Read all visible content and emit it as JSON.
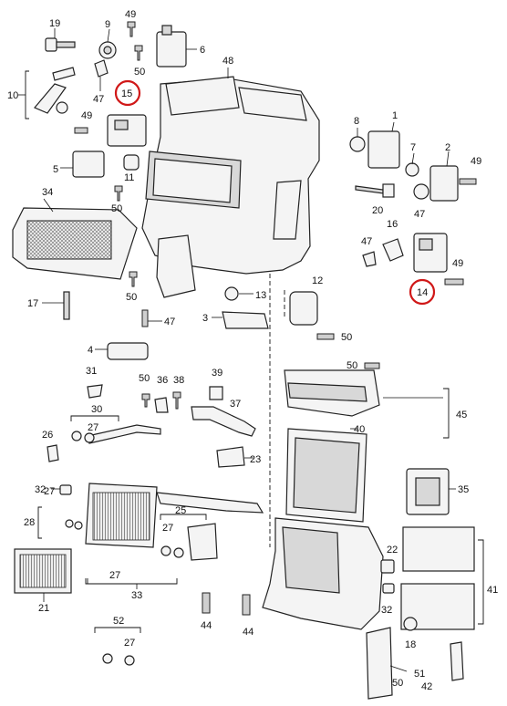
{
  "labels": {
    "p19": "19",
    "p9": "9",
    "p49a": "49",
    "p6": "6",
    "p48": "48",
    "p50a": "50",
    "p10": "10",
    "p47a": "47",
    "p15": "15",
    "p49b": "49",
    "p8": "8",
    "p1": "1",
    "p7": "7",
    "p2": "2",
    "p49c": "49",
    "p5": "5",
    "p11": "11",
    "p34": "34",
    "p50b": "50",
    "p20": "20",
    "p47b": "47",
    "p16": "16",
    "p47c": "47",
    "p49d": "49",
    "p14": "14",
    "p12": "12",
    "p13": "13",
    "p17": "17",
    "p50c": "50",
    "p47d": "47",
    "p3": "3",
    "p50d": "50",
    "p4": "4",
    "p50e": "50",
    "p31": "31",
    "p50f": "50",
    "p36": "36",
    "p38": "38",
    "p39": "39",
    "p37": "37",
    "p45": "45",
    "p30": "30",
    "p40": "40",
    "p26": "26",
    "p27a": "27",
    "p23": "23",
    "p32a": "32",
    "p35": "35",
    "p27b": "27",
    "p28": "28",
    "p25": "25",
    "p22": "22",
    "p27c": "27",
    "p41": "41",
    "p21": "21",
    "p27d": "27",
    "p33": "33",
    "p32b": "32",
    "p44a": "44",
    "p44b": "44",
    "p18": "18",
    "p52": "52",
    "p27e": "27",
    "p51": "51",
    "p50g": "50",
    "p42": "42"
  },
  "highlighted": [
    "15",
    "14"
  ],
  "colors": {
    "highlight": "#d01818",
    "ink": "#111111",
    "background": "#ffffff"
  }
}
